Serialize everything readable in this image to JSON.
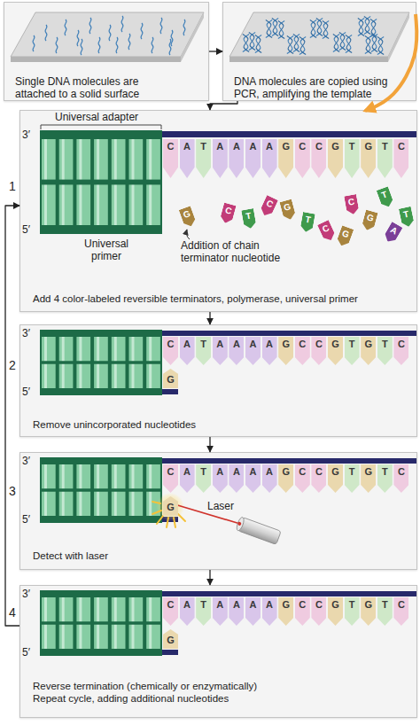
{
  "diagram": {
    "nodes": [
      {
        "text": [
          "Single DNA molecules are attached to a solid surface"
        ]
      },
      {
        "text": [
          "DNA molecules are copied using PCR, amplifying the template"
        ]
      },
      {
        "text": [
          "Add 4 color-labeled reversible terminators, polymerase, universal primer"
        ]
      },
      {
        "text": [
          "Remove unincorporated nucleotides"
        ]
      },
      {
        "text": [
          "Detect with laser"
        ]
      },
      {
        "text": [
          "Reverse termination (chemically or enzymatically)",
          "Repeat cycle, adding additional nucleotides"
        ]
      }
    ],
    "edges": [
      {
        "from": 0,
        "to": 1,
        "arrow": "to"
      },
      {
        "from": 1,
        "to": 2,
        "arrow": "to"
      },
      {
        "from": 1,
        "to": 2,
        "arrow": "to"
      },
      {
        "from": 2,
        "to": 3,
        "arrow": "to"
      },
      {
        "from": 3,
        "to": 4,
        "arrow": "to"
      },
      {
        "from": 4,
        "to": 5,
        "arrow": "to"
      },
      {
        "from": 5,
        "to": 2,
        "arrow": "to"
      }
    ],
    "labels": [
      "1",
      "Universal adapter",
      "3′",
      "5′",
      "Universal primer",
      "C",
      "A",
      "T",
      "A",
      "A",
      "A",
      "A",
      "G",
      "C",
      "C",
      "G",
      "T",
      "G",
      "T",
      "C",
      "Addition of chain terminator nucleotide",
      "G",
      "C",
      "T",
      "C",
      "G",
      "T",
      "C",
      "G",
      "C",
      "G",
      "T",
      "A",
      "T",
      "2",
      "3′",
      "5′",
      "C",
      "A",
      "T",
      "A",
      "A",
      "A",
      "A",
      "G",
      "C",
      "C",
      "G",
      "T",
      "G",
      "T",
      "C",
      "G",
      "3",
      "3′",
      "5′",
      "C",
      "A",
      "T",
      "A",
      "A",
      "A",
      "A",
      "G",
      "C",
      "C",
      "G",
      "T",
      "G",
      "T",
      "C",
      "G",
      "Laser",
      "4",
      "3′",
      "5′",
      "C",
      "A",
      "T",
      "A",
      "A",
      "A",
      "A",
      "G",
      "C",
      "C",
      "G",
      "T",
      "G",
      "T",
      "C",
      "G"
    ]
  }
}
